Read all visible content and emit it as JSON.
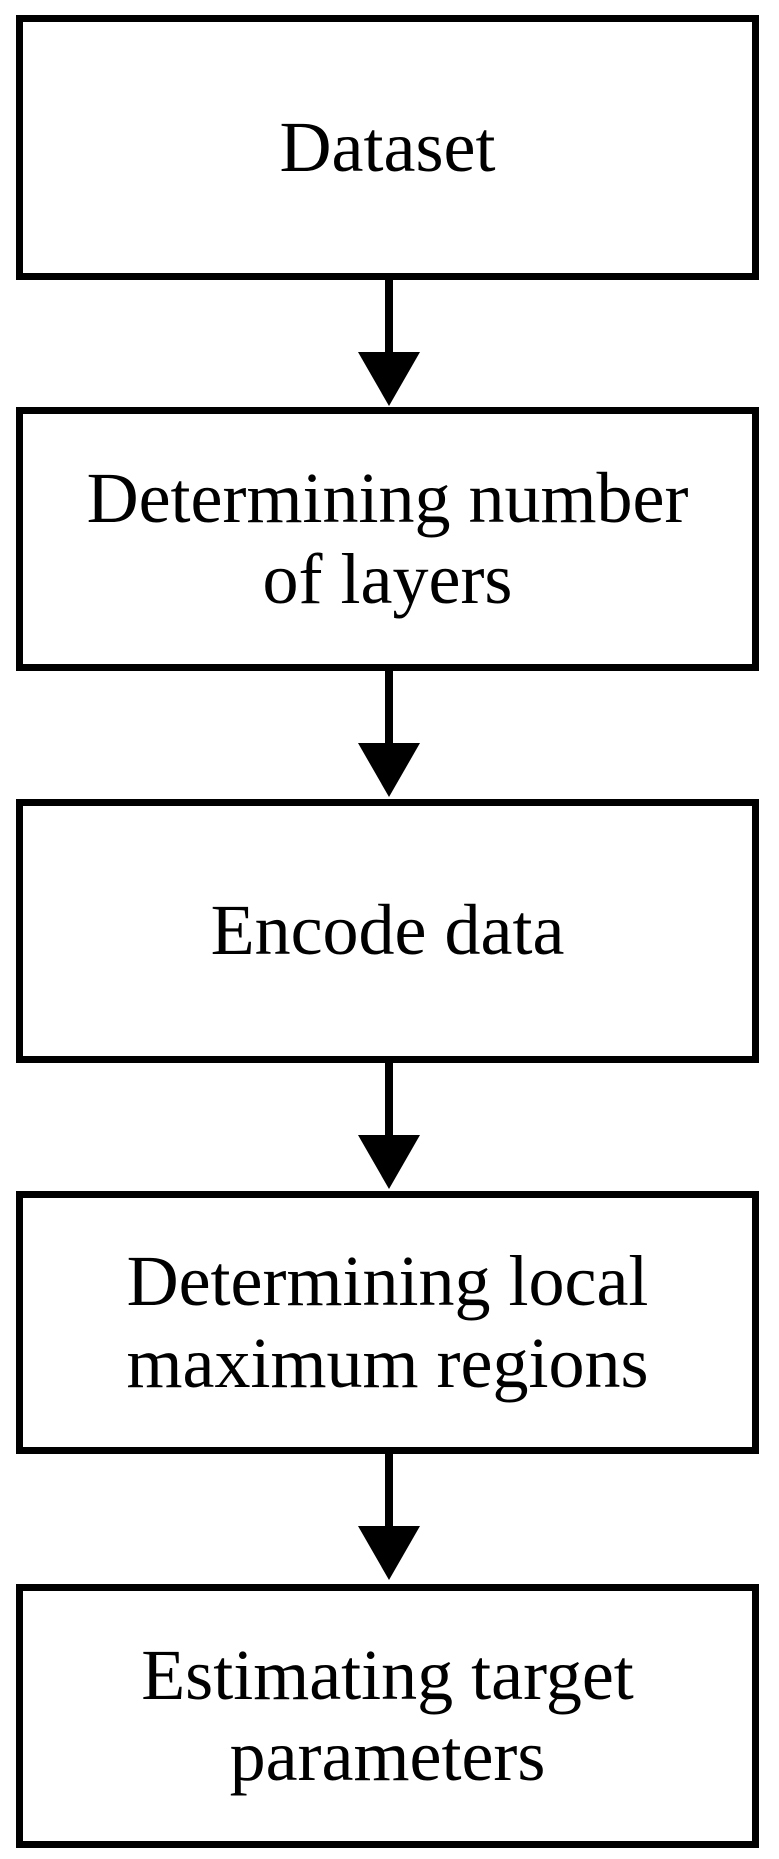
{
  "flowchart": {
    "steps": [
      {
        "label": "Dataset"
      },
      {
        "label": "Determining number of layers"
      },
      {
        "label": "Encode data"
      },
      {
        "label": "Determining local maximum regions"
      },
      {
        "label": "Estimating target parameters"
      }
    ]
  },
  "colors": {
    "stroke": "#000000",
    "fill": "#ffffff"
  }
}
